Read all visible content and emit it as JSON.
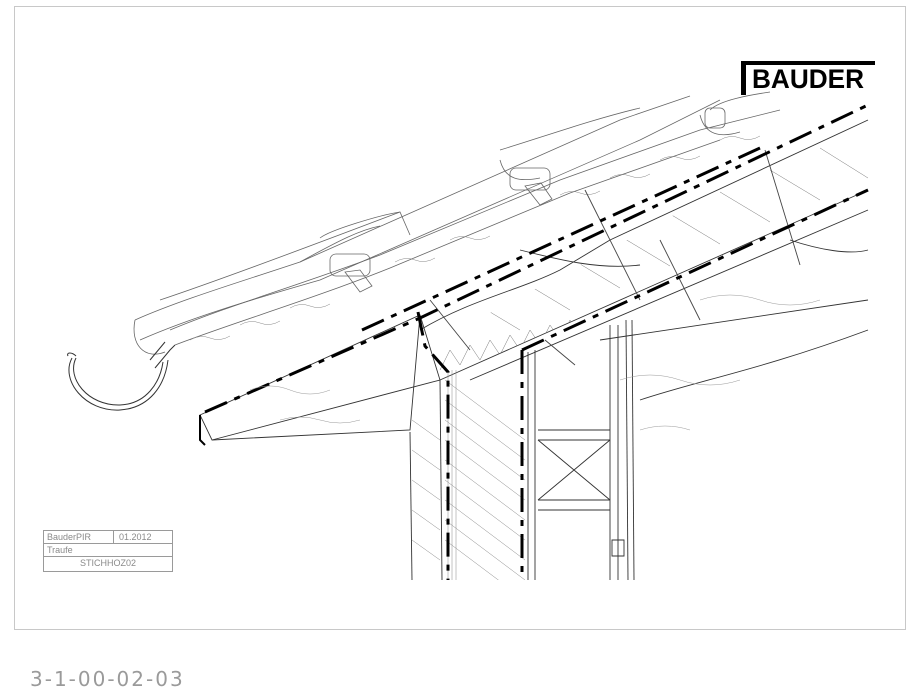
{
  "brand": {
    "logo_text": "BAUDER"
  },
  "title_block": {
    "product": "BauderPIR",
    "date": "01.2012",
    "subject": "Traufe",
    "drawing_id": "STICHHOZ02"
  },
  "document_number": "3-1-00-02-03",
  "colors": {
    "line": "#000000",
    "thin_line": "#555555",
    "frame": "#c8c8c8",
    "caption": "#9a9a9a"
  }
}
